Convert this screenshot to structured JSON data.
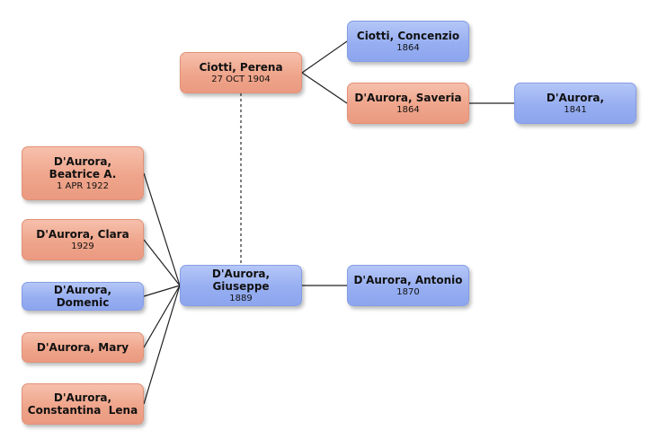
{
  "people": {
    "perena": {
      "name": "Ciotti, Perena",
      "date": "27 OCT 1904"
    },
    "concenzio": {
      "name": "Ciotti, Concenzio",
      "date": "1864"
    },
    "saveria": {
      "name": "D'Aurora, Saveria",
      "date": "1864"
    },
    "daurora_1841": {
      "name": "D'Aurora,",
      "date": "1841"
    },
    "beatrice": {
      "name": "D'Aurora, Beatrice A.",
      "date": "1 APR 1922"
    },
    "clara": {
      "name": "D'Aurora, Clara",
      "date": "1929"
    },
    "domenic": {
      "name": "D'Aurora, Domenic",
      "date": ""
    },
    "giuseppe": {
      "name": "D'Aurora, Giuseppe",
      "date": "1889"
    },
    "antonio": {
      "name": "D'Aurora, Antonio",
      "date": "1870"
    },
    "mary": {
      "name": "D'Aurora, Mary",
      "date": ""
    },
    "constantina": {
      "name": "D'Aurora, Constantina  Lena",
      "date": ""
    }
  },
  "colors": {
    "female": "#efa58b",
    "male": "#97aef1",
    "line": "#222222"
  }
}
